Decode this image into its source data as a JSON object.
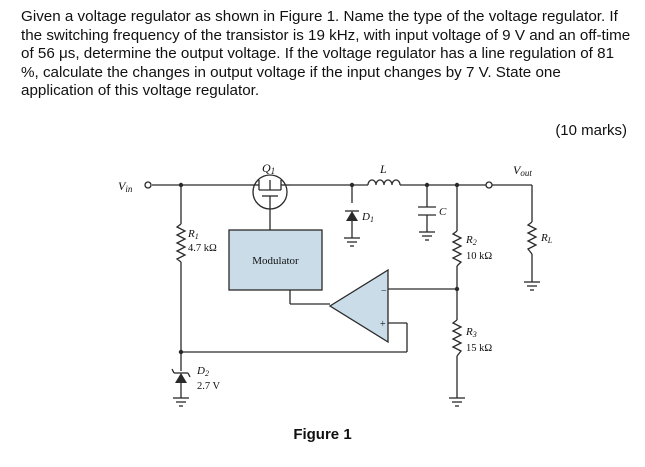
{
  "question": {
    "text": "Given a voltage regulator as shown in Figure 1. Name the type of the voltage regulator. If the switching frequency of the transistor is 19 kHz, with input voltage of 9 V and an off-time of 56 μs, determine the output voltage. If the voltage regulator has a line regulation of 81 %, calculate the changes in output voltage if the input changes by 7 V. State one application of this voltage regulator.",
    "marks": "(10 marks)"
  },
  "figure": {
    "caption": "Figure 1",
    "labels": {
      "vin_main": "V",
      "vin_sub": "in",
      "vout_main": "V",
      "vout_sub": "out",
      "q1_main": "Q",
      "q1_sub": "1",
      "l": "L",
      "d1_main": "D",
      "d1_sub": "1",
      "c": "C",
      "r1_main": "R",
      "r1_sub": "1",
      "r1_value": "4.7 kΩ",
      "r2_main": "R",
      "r2_sub": "2",
      "r2_value": "10 kΩ",
      "r3_main": "R",
      "r3_sub": "3",
      "r3_value": "15 kΩ",
      "rl_main": "R",
      "rl_sub": "L",
      "d2_main": "D",
      "d2_sub": "2",
      "d2_value": "2.7 V",
      "modulator": "Modulator",
      "opamp_minus": "−",
      "opamp_plus": "+"
    }
  }
}
